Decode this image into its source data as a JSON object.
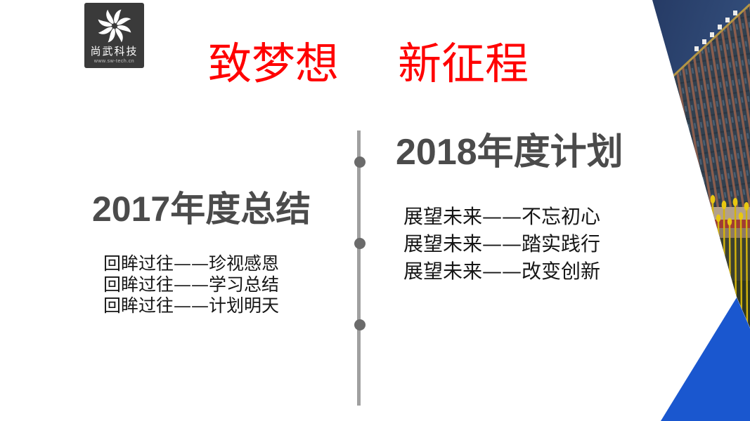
{
  "slide": {
    "logo": {
      "company_name": "尚武科技",
      "website": "www.sw-tech.cn",
      "icon": "pinwheel-flower",
      "background": "#3a3a3a"
    },
    "title": {
      "part1": "致梦想",
      "part2": "新征程",
      "color": "#ff0000"
    },
    "summary_2017": {
      "heading": "2017年度总结",
      "items": [
        "回眸过往——珍视感恩",
        "回眸过往——学习总结",
        "回眸过往——计划明天"
      ]
    },
    "plan_2018": {
      "heading": "2018年度计划",
      "items": [
        "展望未来——不忘初心",
        "展望未来——踏实践行",
        "展望未来——改变创新"
      ]
    },
    "timeline": {
      "dots": 3,
      "line_color": "#a0a0a0",
      "dot_color": "#6b6b6b"
    },
    "decor": {
      "photo_subject": "low-angle office building with yellow tulip sculptures",
      "accent_color": "#1a57cf"
    }
  }
}
